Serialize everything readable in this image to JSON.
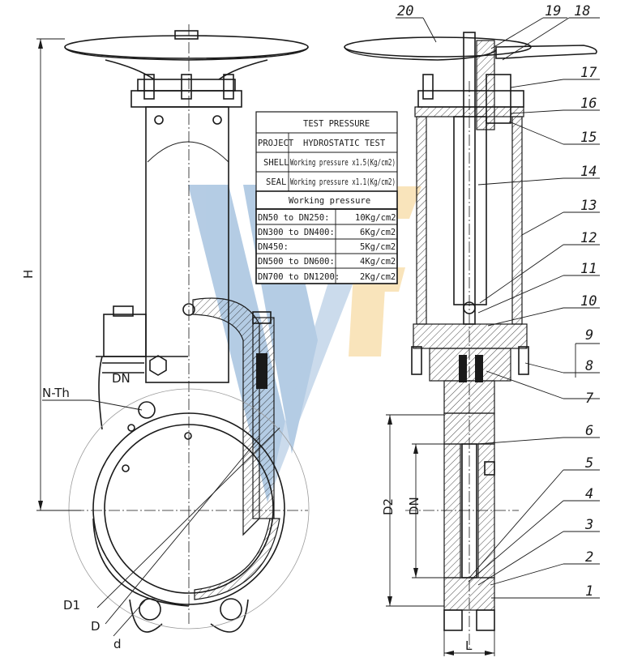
{
  "balloons": [
    "1",
    "2",
    "3",
    "4",
    "5",
    "6",
    "7",
    "8",
    "9",
    "10",
    "11",
    "12",
    "13",
    "14",
    "15",
    "16",
    "17",
    "18",
    "19",
    "20"
  ],
  "dims": {
    "H": "H",
    "N_Th": "N-Th",
    "DN_front": "DN",
    "DN_side": "DN",
    "D1": "D1",
    "D": "D",
    "d": "d",
    "D2": "D2",
    "L": "L"
  },
  "watermark": {
    "letters": "VF",
    "blue": "#5b8fc4",
    "yellow": "#f3c46a"
  },
  "test_table": {
    "title": "TEST PRESSURE",
    "project_label": "PROJECT",
    "project_value": "HYDROSTATIC TEST",
    "rows": [
      {
        "label": "SHELL",
        "value": "Working pressure x1.5(Kg/cm2)"
      },
      {
        "label": "SEAL",
        "value": "Working pressure x1.1(Kg/cm2)"
      }
    ],
    "working_title": "Working pressure",
    "ranges": [
      {
        "size": "DN50 to DN250:",
        "pressure": "10Kg/cm2"
      },
      {
        "size": "DN300 to DN400:",
        "pressure": "6Kg/cm2"
      },
      {
        "size": "DN450:",
        "pressure": "5Kg/cm2"
      },
      {
        "size": "DN500 to DN600:",
        "pressure": "4Kg/cm2"
      },
      {
        "size": "DN700 to DN1200:",
        "pressure": "2Kg/cm2"
      }
    ]
  }
}
